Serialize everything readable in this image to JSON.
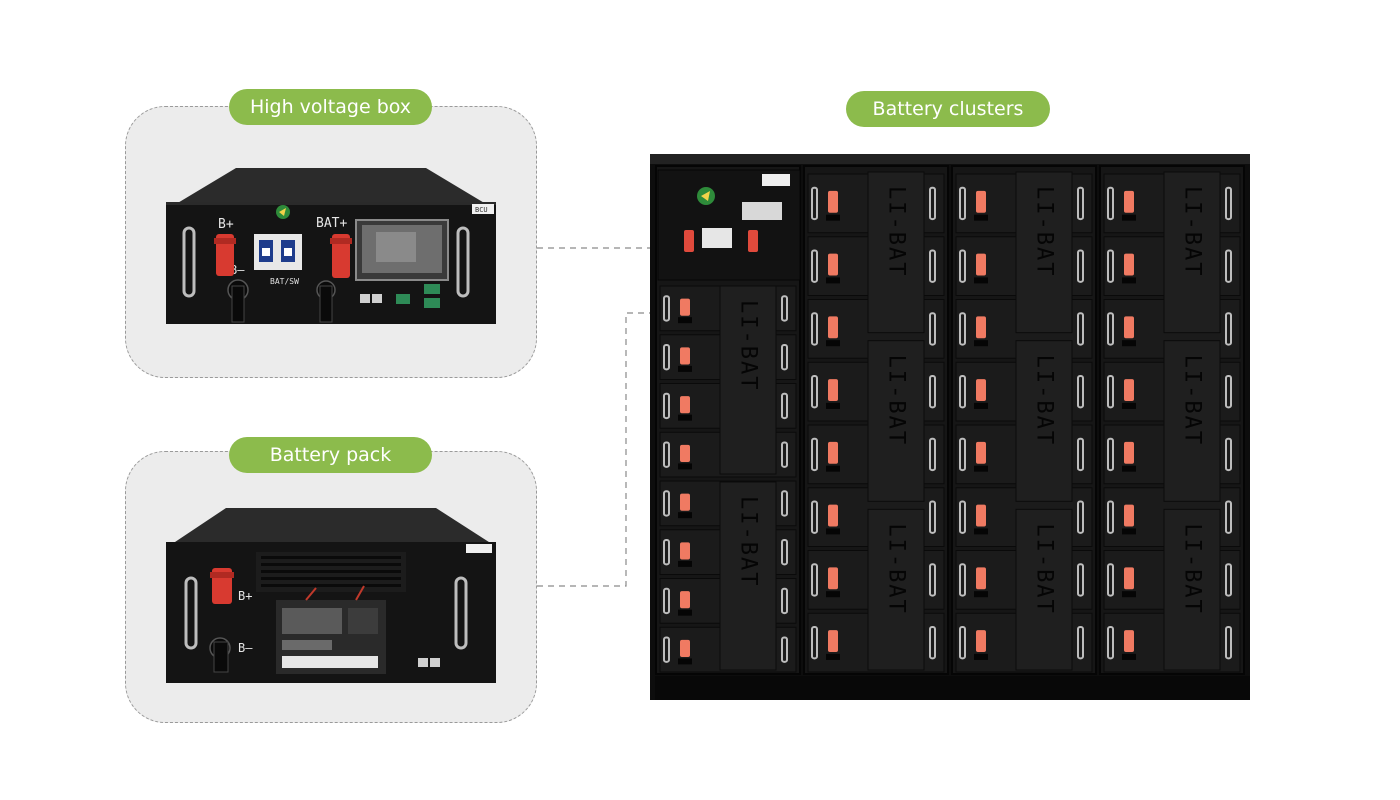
{
  "labels": {
    "high_voltage_box": "High voltage box",
    "battery_pack": "Battery pack",
    "battery_clusters": "Battery clusters"
  },
  "high_voltage_box": {
    "b_plus": "B+",
    "b_minus": "B–",
    "bat_plus": "BAT+",
    "bat_sw": "BAT/SW",
    "tag": "BCU",
    "icons": [
      "handle-icon",
      "red-connector-icon",
      "black-connector-icon",
      "breaker-switch-icon",
      "touchscreen-icon",
      "rj45-port-icon",
      "green-terminal-icon",
      "brand-logo-icon"
    ]
  },
  "battery_pack": {
    "b_plus": "B+",
    "b_minus": "B–",
    "icons": [
      "handle-icon",
      "red-connector-icon",
      "black-connector-icon",
      "vent-grille-icon",
      "bms-board-icon",
      "rj45-port-icon"
    ]
  },
  "battery_clusters": {
    "brand_text": "LI-BAT",
    "cluster_count": 4,
    "modules_per_cluster": 8
  },
  "colors": {
    "accent_green": "#8cbb4c",
    "panel_bg": "#ececec",
    "device_black": "#141414",
    "connector_red": "#e04a3c",
    "connector_orange": "#f07a62"
  }
}
